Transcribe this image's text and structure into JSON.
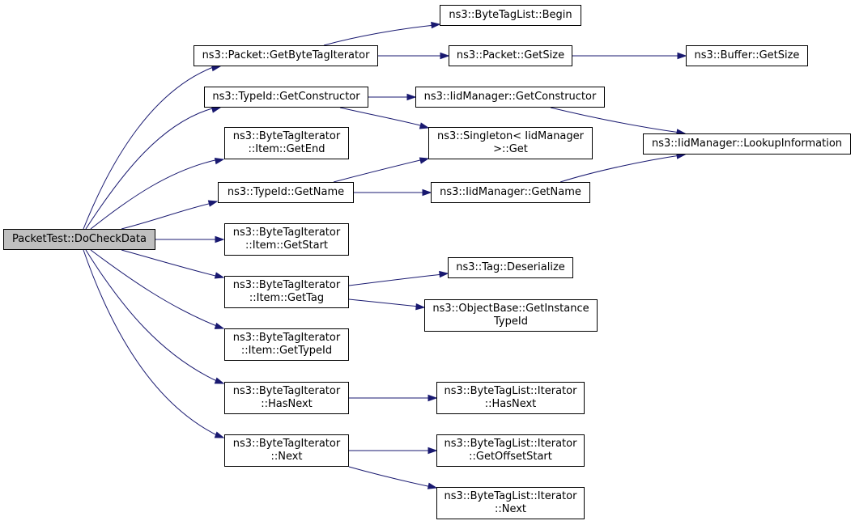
{
  "colors": {
    "edge": "#191970",
    "root_fill": "#bfbfbf",
    "node_fill": "#ffffff",
    "border": "#000000"
  },
  "nodes": {
    "root": {
      "lines": [
        "PacketTest::DoCheckData"
      ]
    },
    "get_byte_tag_iter": {
      "lines": [
        "ns3::Packet::GetByteTagIterator"
      ]
    },
    "typeid_get_ctor": {
      "lines": [
        "ns3::TypeId::GetConstructor"
      ]
    },
    "item_get_end": {
      "lines": [
        "ns3::ByteTagIterator",
        "::Item::GetEnd"
      ]
    },
    "typeid_get_name": {
      "lines": [
        "ns3::TypeId::GetName"
      ]
    },
    "item_get_start": {
      "lines": [
        "ns3::ByteTagIterator",
        "::Item::GetStart"
      ]
    },
    "item_get_tag": {
      "lines": [
        "ns3::ByteTagIterator",
        "::Item::GetTag"
      ]
    },
    "item_get_typeid": {
      "lines": [
        "ns3::ByteTagIterator",
        "::Item::GetTypeId"
      ]
    },
    "has_next": {
      "lines": [
        "ns3::ByteTagIterator",
        "::HasNext"
      ]
    },
    "next": {
      "lines": [
        "ns3::ByteTagIterator",
        "::Next"
      ]
    },
    "tag_list_begin": {
      "lines": [
        "ns3::ByteTagList::Begin"
      ]
    },
    "packet_get_size": {
      "lines": [
        "ns3::Packet::GetSize"
      ]
    },
    "iid_get_ctor": {
      "lines": [
        "ns3::IidManager::GetConstructor"
      ]
    },
    "singleton_get": {
      "lines": [
        "ns3::Singleton< IidManager",
        ">::Get"
      ]
    },
    "iid_get_name": {
      "lines": [
        "ns3::IidManager::GetName"
      ]
    },
    "tag_deserialize": {
      "lines": [
        "ns3::Tag::Deserialize"
      ]
    },
    "obj_get_inst_tid": {
      "lines": [
        "ns3::ObjectBase::GetInstance",
        "TypeId"
      ]
    },
    "list_iter_has_next": {
      "lines": [
        "ns3::ByteTagList::Iterator",
        "::HasNext"
      ]
    },
    "list_iter_offset": {
      "lines": [
        "ns3::ByteTagList::Iterator",
        "::GetOffsetStart"
      ]
    },
    "list_iter_next": {
      "lines": [
        "ns3::ByteTagList::Iterator",
        "::Next"
      ]
    },
    "buffer_get_size": {
      "lines": [
        "ns3::Buffer::GetSize"
      ]
    },
    "iid_lookup": {
      "lines": [
        "ns3::IidManager::LookupInformation"
      ]
    }
  }
}
